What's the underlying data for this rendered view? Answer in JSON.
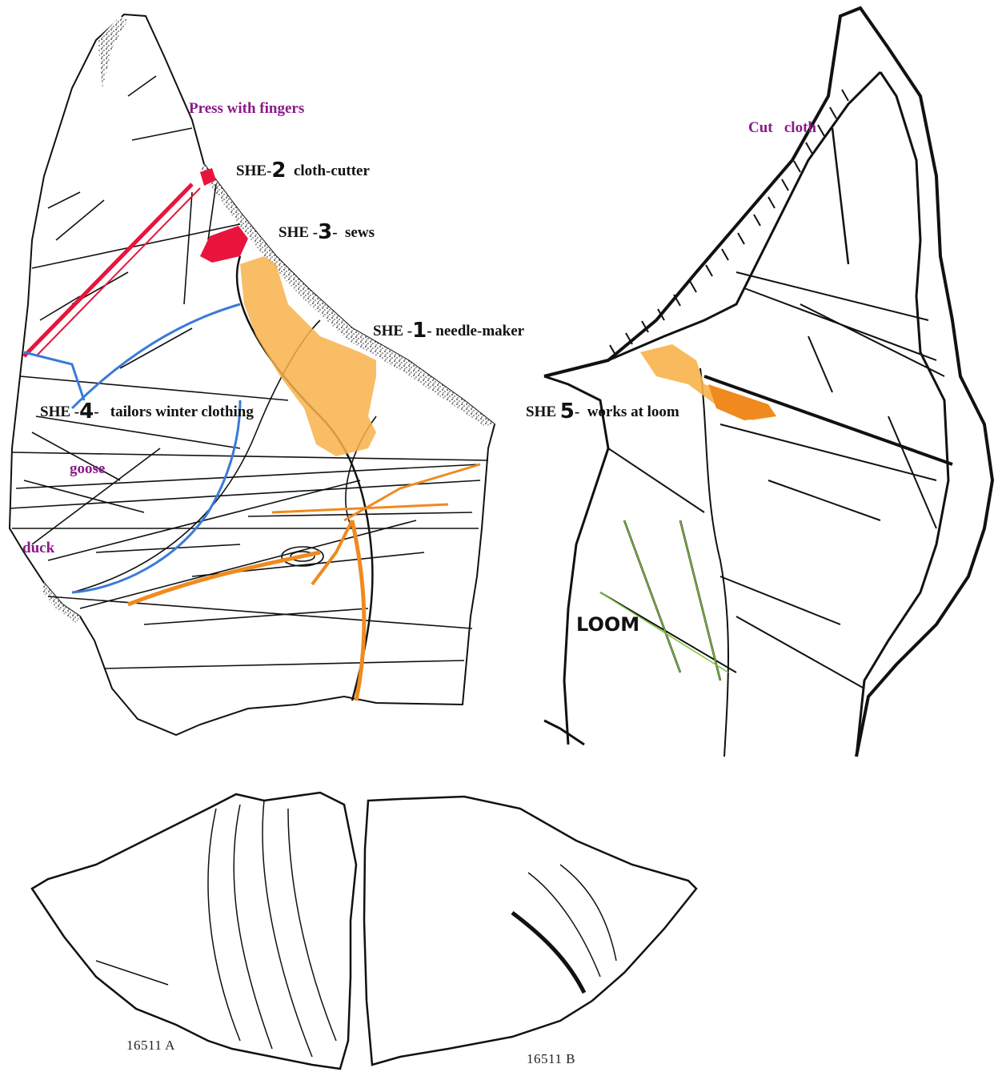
{
  "labels": {
    "press": "Press with fingers",
    "cut_cloth": "Cut   cloth",
    "she2_prefix": "SHE-",
    "she2_num": "2",
    "she2_text": "cloth-cutter",
    "she3_prefix": "SHE -",
    "she3_num": "3",
    "she3_text": "-  sews",
    "she1_prefix": "SHE -",
    "she1_num": "1",
    "she1_text": "- needle-maker",
    "she4_prefix": "SHE -",
    "she4_num": "4",
    "she4_text": "-   tailors winter clothing",
    "she5_prefix": "SHE ",
    "she5_num": "5",
    "she5_text": "-  works at loom",
    "goose": "goose",
    "duck": "duck",
    "loom": "LOOM",
    "catalog_a": "16511 A",
    "catalog_b": "16511 B"
  },
  "colors": {
    "outline": "#111111",
    "red": "#e8143c",
    "orange": "#f08a1e",
    "orange_fill": "#f7b24a",
    "blue": "#3a7ad8",
    "green": "#7dc23a",
    "purple_text": "#8a1a8a"
  }
}
